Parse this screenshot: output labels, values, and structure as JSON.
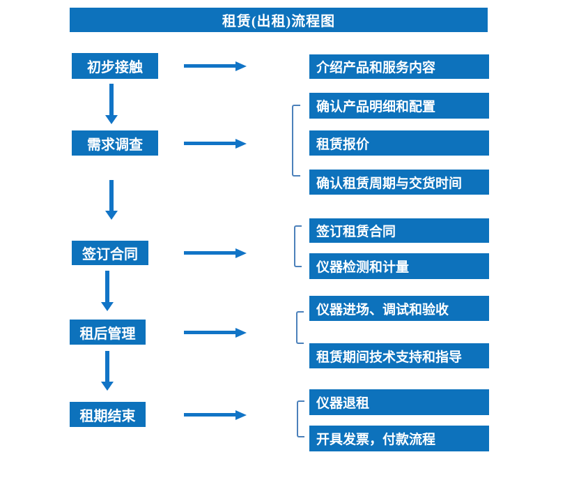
{
  "title": "租赁(出租)流程图",
  "colors": {
    "box_blue": "#0d72bc",
    "arrow_blue": "#1174c6",
    "bracket_blue": "#4b80ba",
    "text_white": "#ffffff"
  },
  "left_steps": [
    {
      "label": "初步接触"
    },
    {
      "label": "需求调查"
    },
    {
      "label": "签订合同"
    },
    {
      "label": "租后管理"
    },
    {
      "label": "租期结束"
    }
  ],
  "right_items": [
    {
      "label": "介绍产品和服务内容"
    },
    {
      "label": "确认产品明细和配置"
    },
    {
      "label": "租赁报价"
    },
    {
      "label": "确认租赁周期与交货时间"
    },
    {
      "label": "签订租赁合同"
    },
    {
      "label": "仪器检测和计量"
    },
    {
      "label": "仪器进场、调试和验收"
    },
    {
      "label": "租赁期间技术支持和指导"
    },
    {
      "label": "仪器退租"
    },
    {
      "label": "开具发票，付款流程"
    }
  ]
}
